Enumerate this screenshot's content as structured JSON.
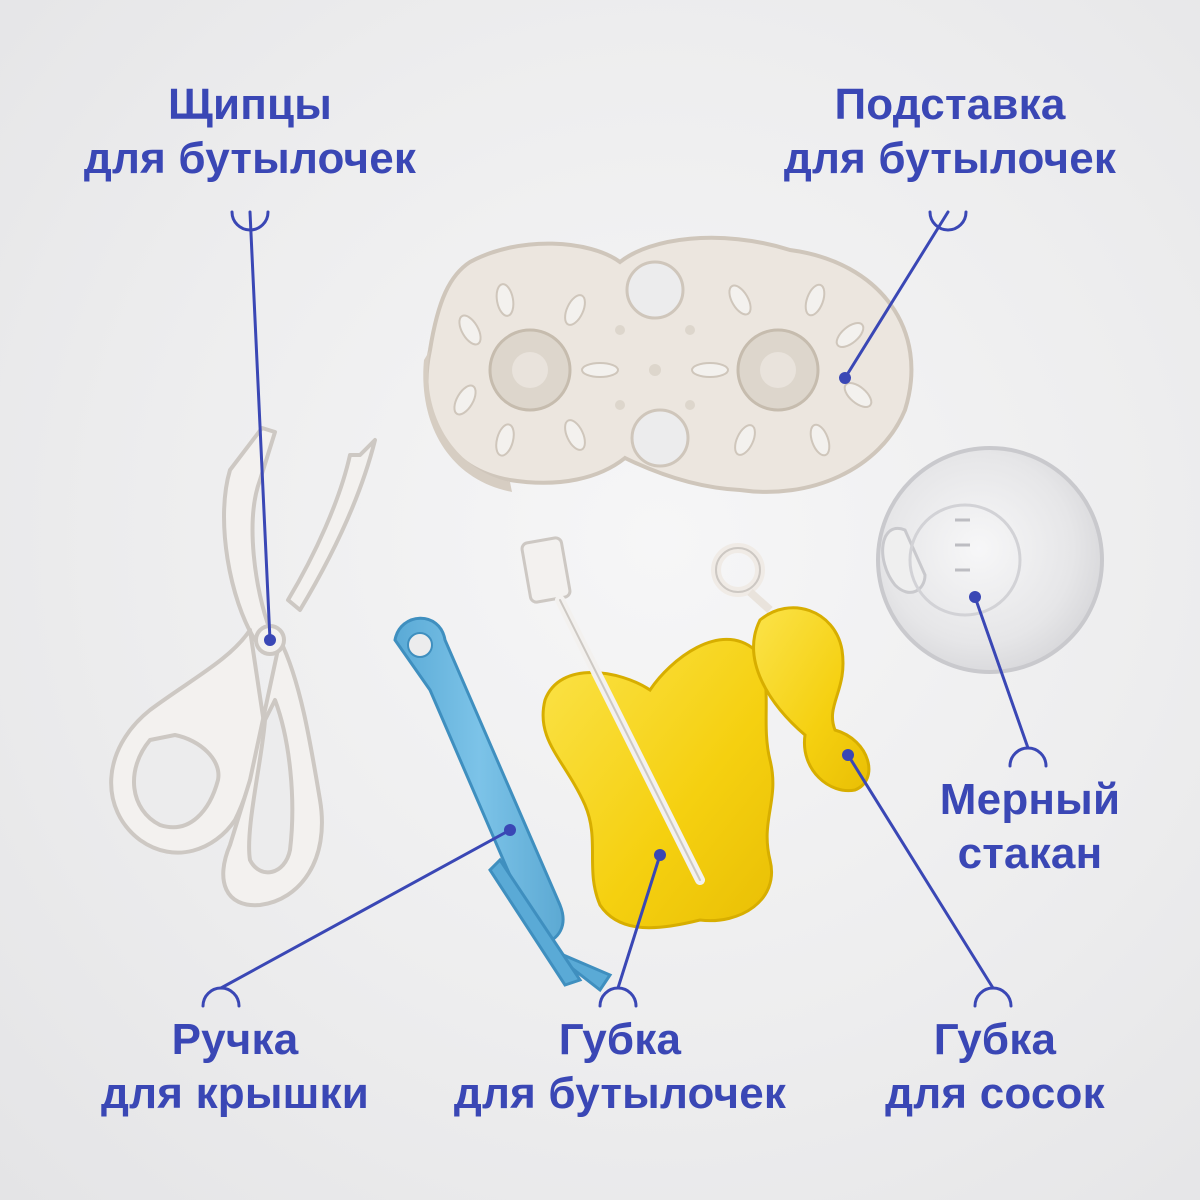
{
  "labels": {
    "tongs": {
      "line1": "Щипцы",
      "line2": "для бутылочек"
    },
    "stand": {
      "line1": "Подставка",
      "line2": "для бутылочек"
    },
    "cup": {
      "line1": "Мерный",
      "line2": "стакан"
    },
    "handle": {
      "line1": "Ручка",
      "line2": "для крышки"
    },
    "bottle_sponge": {
      "line1": "Губка",
      "line2": "для бутылочек"
    },
    "nipple_sponge": {
      "line1": "Губка",
      "line2": "для сосок"
    }
  },
  "colors": {
    "label_text": "#3a47b5",
    "leader_line": "#3a47b5",
    "background": "#ececed",
    "plastic_white": "#f1efee",
    "stand_beige": "#e9e3dc",
    "handle_blue": "#6fb9e0",
    "sponge_yellow": "#f7d414",
    "cup_clear": "#e2e2e4"
  }
}
